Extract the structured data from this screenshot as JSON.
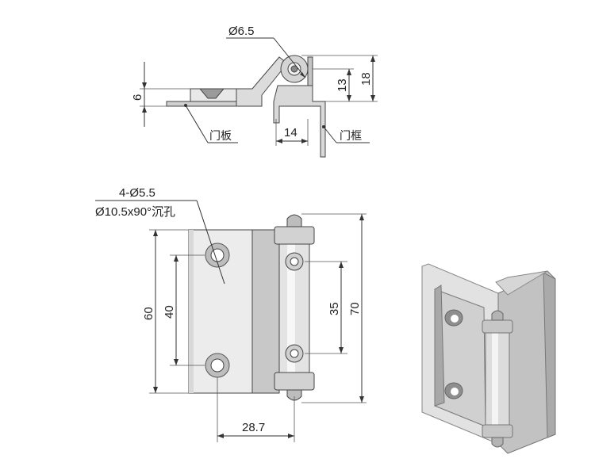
{
  "top_view": {
    "dia_pin": "Ø6.5",
    "dim_thickness": "6",
    "dim_13": "13",
    "dim_18": "18",
    "dim_14": "14",
    "label_door_panel": "门板",
    "label_door_frame": "门框"
  },
  "front_view": {
    "hole_spec_line1": "4-Ø5.5",
    "hole_spec_line2": "Ø10.5x90°沉孔",
    "dim_60": "60",
    "dim_40": "40",
    "dim_35": "35",
    "dim_70": "70",
    "dim_28_7": "28.7"
  },
  "colors": {
    "metal_light": "#e6e6e6",
    "metal_mid": "#c9c9c9",
    "metal_dark": "#9a9a9a",
    "line": "#333333"
  }
}
